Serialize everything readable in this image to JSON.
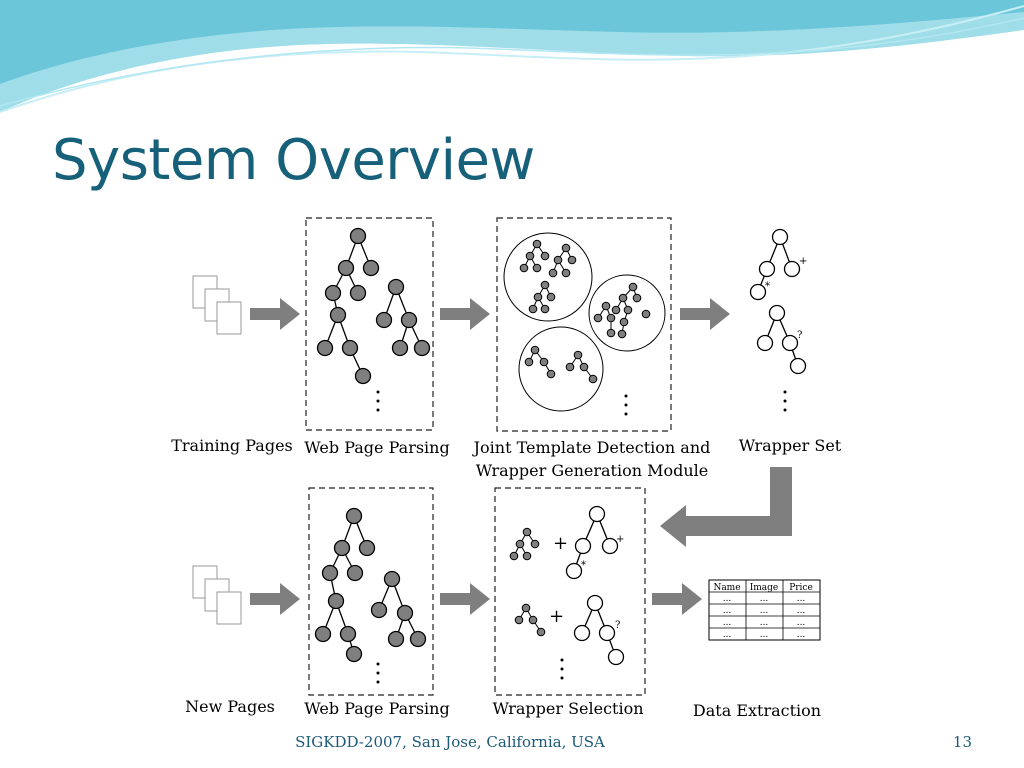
{
  "slide": {
    "title": "System Overview",
    "footer": "SIGKDD-2007, San Jose, California, USA",
    "page_number": "13"
  },
  "diagram": {
    "labels": {
      "training_pages": "Training Pages",
      "web_page_parsing_top": "Web Page Parsing",
      "joint_line1": "Joint Template Detection and",
      "joint_line2": "Wrapper Generation Module",
      "wrapper_set": "Wrapper Set",
      "new_pages": "New Pages",
      "web_page_parsing_bottom": "Web Page Parsing",
      "wrapper_selection": "Wrapper Selection",
      "data_extraction": "Data Extraction"
    },
    "symbols": {
      "plus": "+",
      "star": "*",
      "question": "?",
      "ellipsis": "..."
    },
    "table": {
      "headers": [
        "Name",
        "Image",
        "Price"
      ],
      "rows": [
        [
          "...",
          "...",
          "..."
        ],
        [
          "...",
          "...",
          "..."
        ],
        [
          "...",
          "...",
          "..."
        ],
        [
          "...",
          "...",
          "..."
        ]
      ]
    }
  }
}
